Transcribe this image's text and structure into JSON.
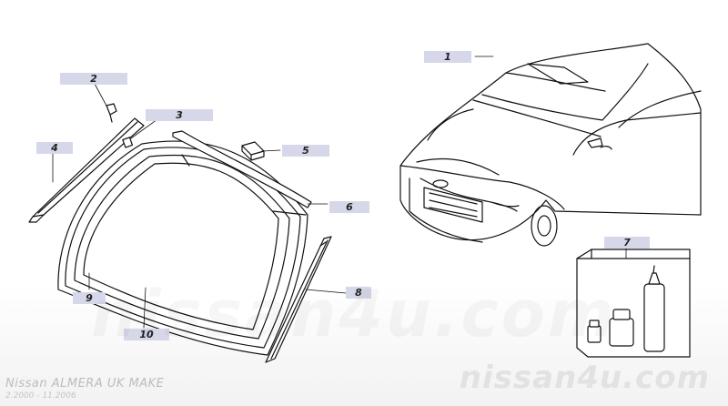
{
  "callouts": [
    {
      "label": "1",
      "bg": "#d6d8ea"
    },
    {
      "label": "2",
      "bg": "#d6d8ea"
    },
    {
      "label": "3",
      "bg": "#d6d8ea"
    },
    {
      "label": "4",
      "bg": "#d6d8ea"
    },
    {
      "label": "5",
      "bg": "#d6d8ea"
    },
    {
      "label": "6",
      "bg": "#d6d8ea"
    },
    {
      "label": "7",
      "bg": "#d6d8ea"
    },
    {
      "label": "8",
      "bg": "#d6d8ea"
    },
    {
      "label": "9",
      "bg": "#d6d8ea"
    },
    {
      "label": "10",
      "bg": "#d6d8ea"
    }
  ],
  "watermark": {
    "center": "nissan4u.com",
    "bottom": "nissan4u.com"
  },
  "footer": {
    "model": "Nissan  ALMERA  UK  MAKE",
    "period": "2.2000  -  11.2006"
  }
}
